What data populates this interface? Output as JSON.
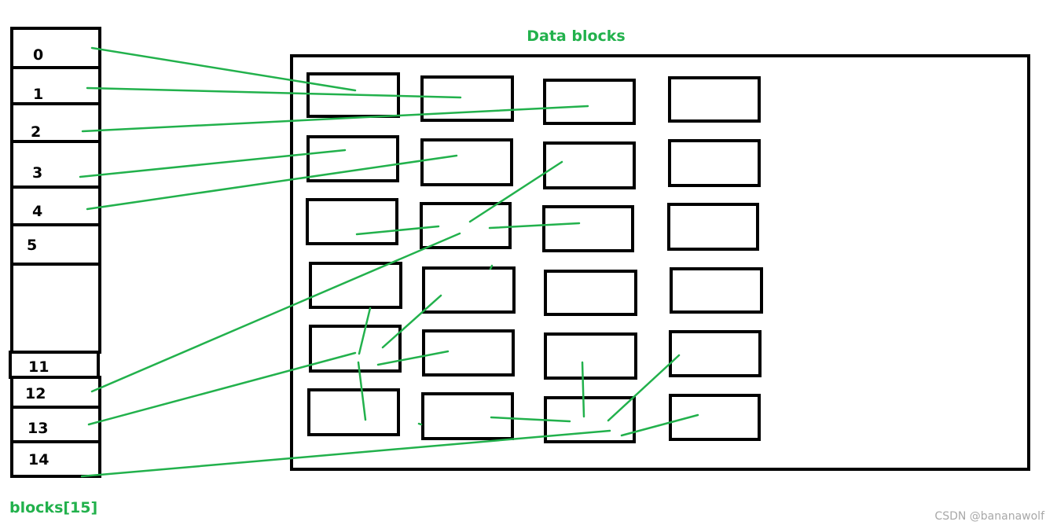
{
  "titles": {
    "data_blocks": "Data blocks",
    "blocks_array": "blocks[15]"
  },
  "block_labels": [
    "0",
    "1",
    "2",
    "3",
    "4",
    "5",
    "11",
    "12",
    "13",
    "14"
  ],
  "watermark": "CSDN @bananawolf",
  "colors": {
    "title": "#22b14c",
    "pointer": "#22b14c",
    "box_stroke": "#000000",
    "background": "#ffffff",
    "watermark": "#a8a8a8"
  }
}
